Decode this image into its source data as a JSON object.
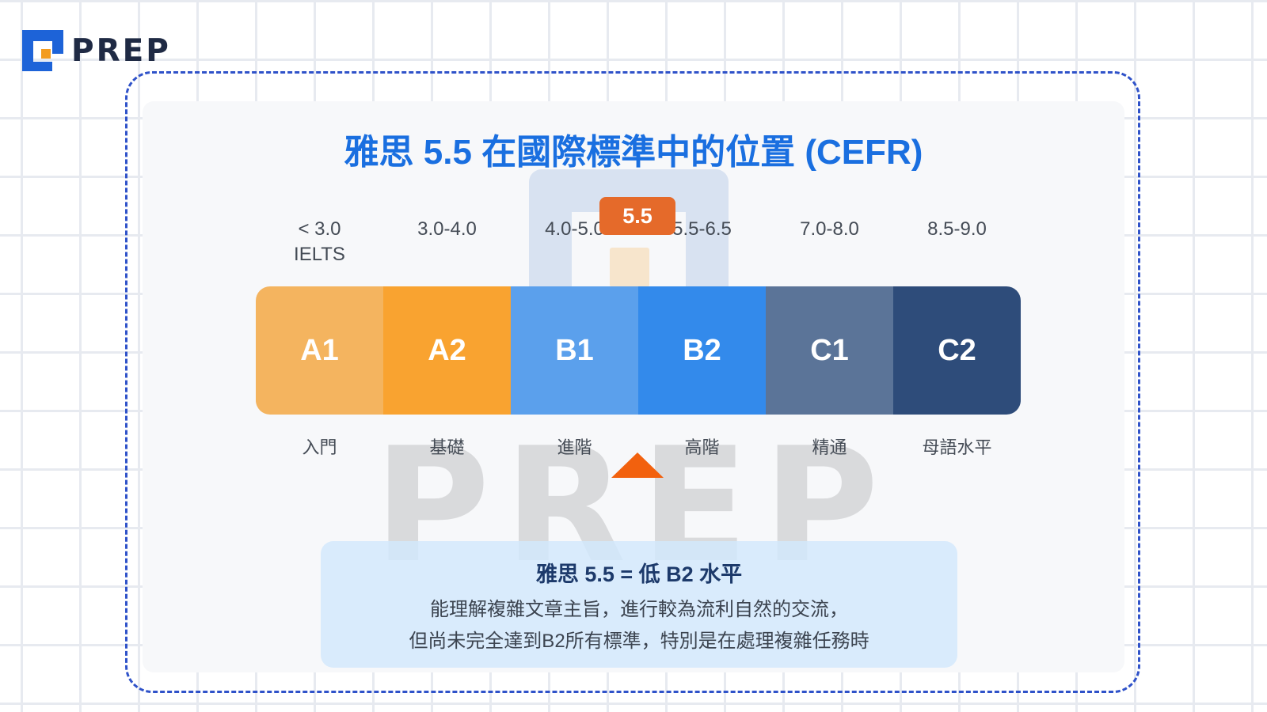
{
  "brand": {
    "name": "PREP",
    "watermark": "PREP",
    "colors": {
      "primary": "#1a6fe0",
      "logo_blue": "#1d63d8",
      "logo_orange": "#f39c1f"
    }
  },
  "title": "雅思 5.5 在國際標準中的位置 (CEFR)",
  "marker": {
    "value": "5.5",
    "color": "#e56a2a",
    "arrow_color": "#f2610e"
  },
  "levels": [
    {
      "code": "A1",
      "ielts": "< 3.0",
      "ielts_sub": "IELTS",
      "name": "入門",
      "color": "#f4b45f"
    },
    {
      "code": "A2",
      "ielts": "3.0-4.0",
      "ielts_sub": "",
      "name": "基礎",
      "color": "#f9a330"
    },
    {
      "code": "B1",
      "ielts": "4.0-5.0",
      "ielts_sub": "",
      "name": "進階",
      "color": "#5ba0ec"
    },
    {
      "code": "B2",
      "ielts": "5.5-6.5",
      "ielts_sub": "",
      "name": "高階",
      "color": "#338aeb"
    },
    {
      "code": "C1",
      "ielts": "7.0-8.0",
      "ielts_sub": "",
      "name": "精通",
      "color": "#5b7498"
    },
    {
      "code": "C2",
      "ielts": "8.5-9.0",
      "ielts_sub": "",
      "name": "母語水平",
      "color": "#2e4c7a"
    }
  ],
  "summary": {
    "title": "雅思 5.5 = 低 B2 水平",
    "lines": [
      "能理解複雜文章主旨，進行較為流利自然的交流，",
      "但尚未完全達到B2所有標準，特別是在處理複雜任務時"
    ]
  }
}
